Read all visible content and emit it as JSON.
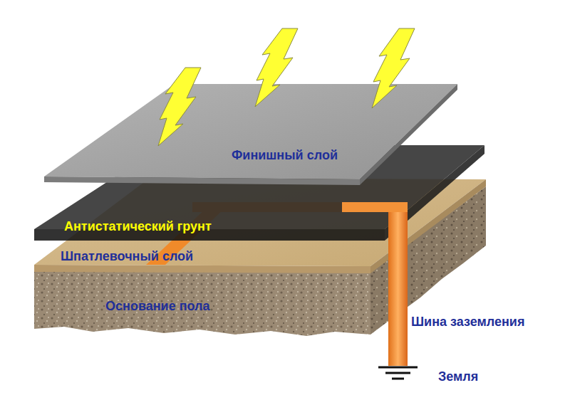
{
  "diagram": {
    "labels": [
      "Финишный слой",
      "Антистатический грунт",
      "Шпатлевочный слой",
      "Основание пола",
      "Шина заземления",
      "Земля"
    ]
  }
}
